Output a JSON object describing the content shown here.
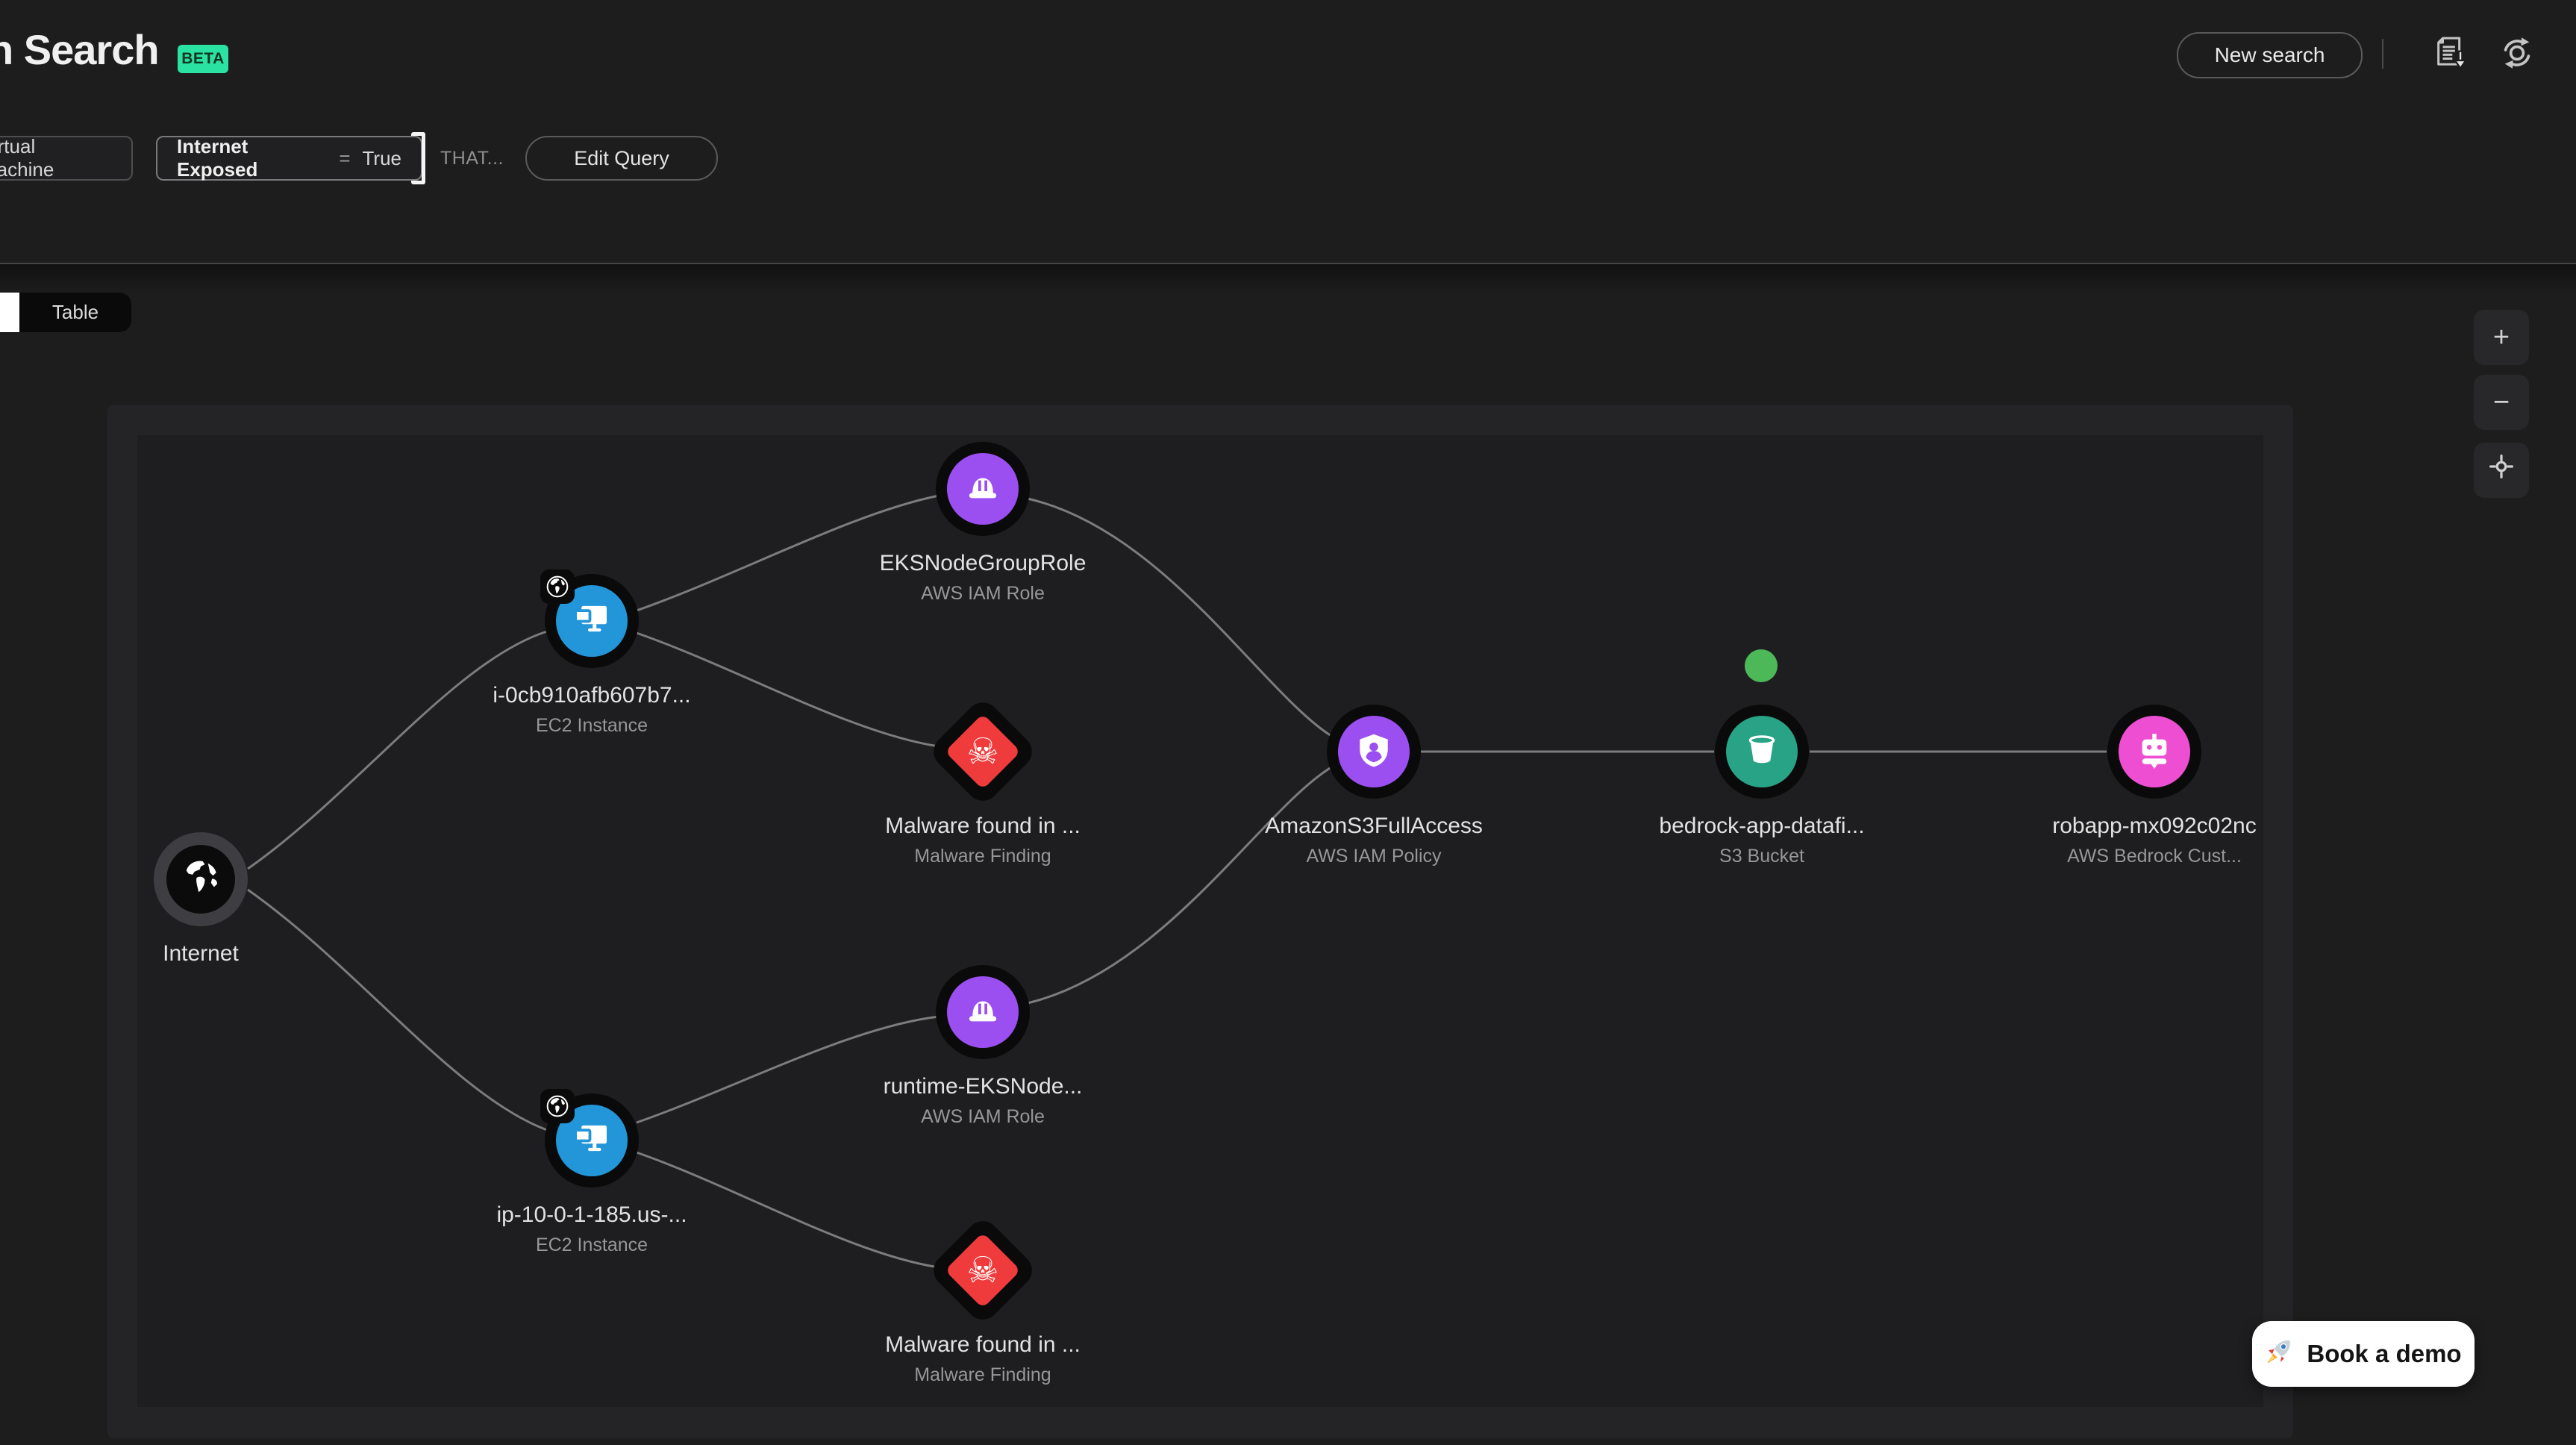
{
  "header": {
    "title_partial": "h Search",
    "beta": "BETA",
    "new_search": "New search"
  },
  "query": {
    "chip_type": "Virtual Machine",
    "chip_filter": {
      "field": "Internet Exposed",
      "op": "=",
      "value": "True"
    },
    "that": "THAT...",
    "edit_query": "Edit Query"
  },
  "tabs": {
    "table": "Table"
  },
  "zoom": {
    "in": "+",
    "out": "−"
  },
  "nodes": {
    "internet": {
      "label": "Internet",
      "type": ""
    },
    "ec2_top": {
      "label": "i-0cb910afb607b7...",
      "type": "EC2 Instance"
    },
    "eks_role": {
      "label": "EKSNodeGroupRole",
      "type": "AWS IAM Role"
    },
    "malware_top": {
      "label": "Malware found in ...",
      "type": "Malware Finding"
    },
    "ec2_bottom": {
      "label": "ip-10-0-1-185.us-...",
      "type": "EC2 Instance"
    },
    "runtime_role": {
      "label": "runtime-EKSNode...",
      "type": "AWS IAM Role"
    },
    "malware_bottom": {
      "label": "Malware found in ...",
      "type": "Malware Finding"
    },
    "policy": {
      "label": "AmazonS3FullAccess",
      "type": "AWS IAM Policy"
    },
    "bucket": {
      "label": "bedrock-app-datafi...",
      "type": "S3 Bucket"
    },
    "bedrock_model": {
      "label": "robapp-mx092c02nc",
      "type": "AWS Bedrock Cust..."
    }
  },
  "edges": [
    [
      "internet",
      "ec2_top"
    ],
    [
      "internet",
      "ec2_bottom"
    ],
    [
      "ec2_top",
      "eks_role"
    ],
    [
      "ec2_top",
      "malware_top"
    ],
    [
      "ec2_bottom",
      "runtime_role"
    ],
    [
      "ec2_bottom",
      "malware_bottom"
    ],
    [
      "eks_role",
      "policy"
    ],
    [
      "runtime_role",
      "policy"
    ],
    [
      "policy",
      "bucket"
    ],
    [
      "bucket",
      "bedrock_model"
    ]
  ],
  "glyphs": {
    "skull": "☠"
  },
  "cta": {
    "book_demo": "Book a demo"
  },
  "colors": {
    "accent_green": "#2ae3a2",
    "ec2_blue": "#2296d8",
    "iam_purple": "#9b4ff0",
    "malware_red": "#ef3b3b",
    "s3_teal": "#28a385",
    "bedrock_pink": "#ee4fd2",
    "status_green": "#4db857",
    "edge_gray": "#868686"
  }
}
